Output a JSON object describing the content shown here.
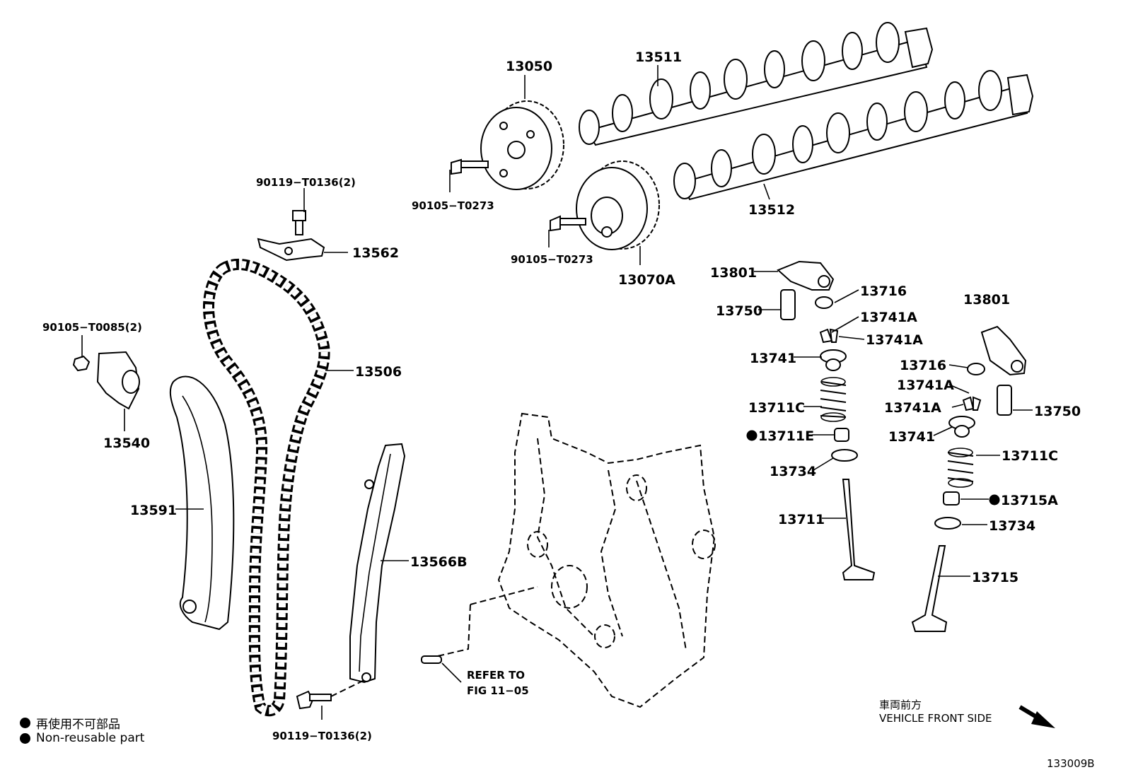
{
  "labels": {
    "p13050": "13050",
    "p13511": "13511",
    "p13512": "13512",
    "p90105_t0273_a": "90105−T0273",
    "p90105_t0273_b": "90105−T0273",
    "p13070a": "13070A",
    "p90119_t0136_top": "90119−T0136(2)",
    "p13562": "13562",
    "p90105_t0085": "90105−T0085(2)",
    "p13540": "13540",
    "p13506": "13506",
    "p13591": "13591",
    "p13566b": "13566B",
    "refer_to": "REFER TO",
    "fig": "FIG 11−05",
    "p90119_t0136_bottom": "90119−T0136(2)",
    "p13801_a": "13801",
    "p13716_a": "13716",
    "p13750_a": "13750",
    "p13741a_1": "13741A",
    "p13741a_2": "13741A",
    "p13741_a": "13741",
    "p13711c_a": "13711C",
    "p13711e": "13711E",
    "p13734_a": "13734",
    "p13711": "13711",
    "p13801_b": "13801",
    "p13716_b": "13716",
    "p13741a_3": "13741A",
    "p13741a_4": "13741A",
    "p13750_b": "13750",
    "p13741_b": "13741",
    "p13711c_b": "13711C",
    "p13715a": "13715A",
    "p13734_b": "13734",
    "p13715": "13715"
  },
  "legend": {
    "jp": "再使用不可部品",
    "en": "Non-reusable part"
  },
  "front": {
    "jp": "車両前方",
    "en": "VEHICLE FRONT SIDE"
  },
  "figure_id": "133009B"
}
